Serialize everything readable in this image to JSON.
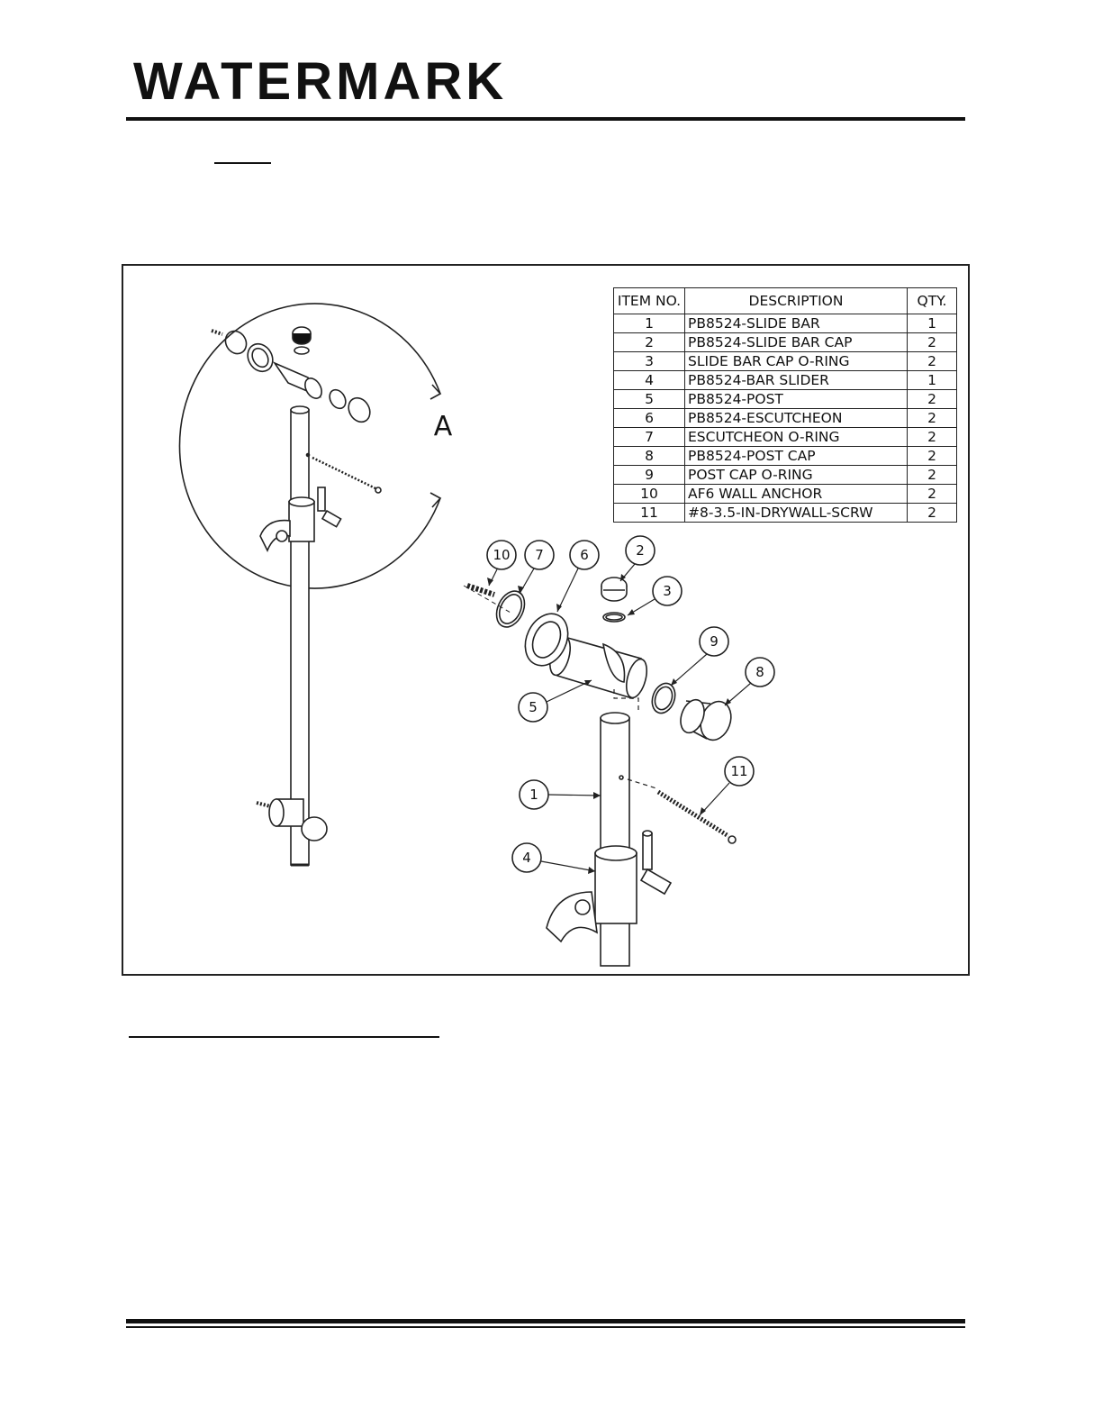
{
  "header": {
    "logo_text": "WATERMARK"
  },
  "figure": {
    "section_label": "A",
    "table": {
      "headers": {
        "item": "ITEM NO.",
        "description": "DESCRIPTION",
        "qty": "QTY."
      },
      "rows": [
        {
          "item": "1",
          "description": "PB8524-SLIDE BAR",
          "qty": "1"
        },
        {
          "item": "2",
          "description": "PB8524-SLIDE BAR CAP",
          "qty": "2"
        },
        {
          "item": "3",
          "description": "SLIDE BAR CAP O-RING",
          "qty": "2"
        },
        {
          "item": "4",
          "description": "PB8524-BAR SLIDER",
          "qty": "1"
        },
        {
          "item": "5",
          "description": "PB8524-POST",
          "qty": "2"
        },
        {
          "item": "6",
          "description": "PB8524-ESCUTCHEON",
          "qty": "2"
        },
        {
          "item": "7",
          "description": "ESCUTCHEON O-RING",
          "qty": "2"
        },
        {
          "item": "8",
          "description": "PB8524-POST CAP",
          "qty": "2"
        },
        {
          "item": "9",
          "description": "POST CAP O-RING",
          "qty": "2"
        },
        {
          "item": "10",
          "description": "AF6 WALL ANCHOR",
          "qty": "2"
        },
        {
          "item": "11",
          "description": "#8-3.5-IN-DRYWALL-SCRW",
          "qty": "2"
        }
      ]
    },
    "callouts": [
      "10",
      "7",
      "6",
      "2",
      "3",
      "9",
      "8",
      "5",
      "11",
      "1",
      "4"
    ]
  }
}
